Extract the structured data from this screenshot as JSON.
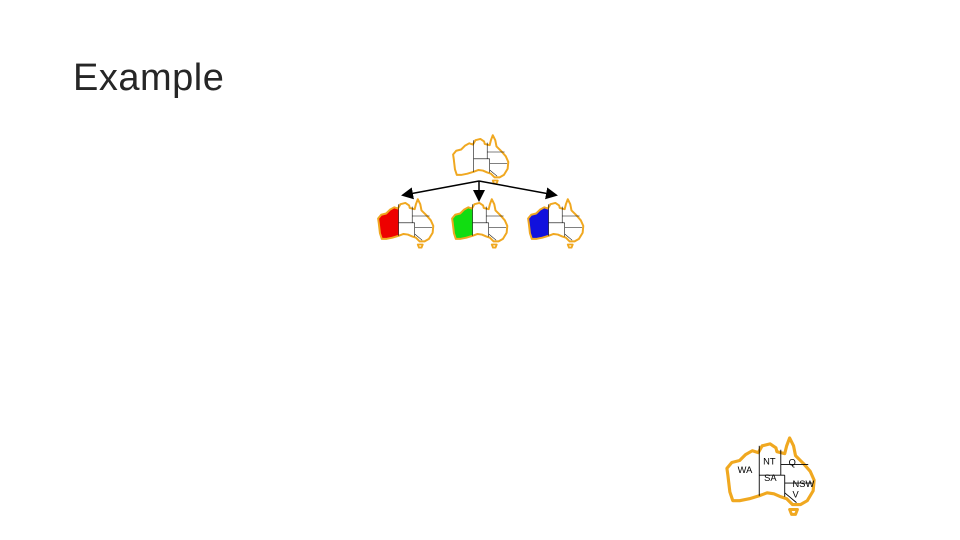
{
  "slide": {
    "title": "Example"
  },
  "search_tree": {
    "root": {
      "wa_fill": null
    },
    "children": [
      {
        "wa_fill_color": "#ee0000"
      },
      {
        "wa_fill_color": "#11dd11"
      },
      {
        "wa_fill_color": "#1111dd"
      }
    ]
  },
  "reference_map": {
    "labels": {
      "wa": "WA",
      "nt": "NT",
      "q": "Q",
      "sa": "SA",
      "nsw": "NSW",
      "v": "V"
    }
  },
  "colors": {
    "outline": "#f0a820",
    "borders": "#000000",
    "arrows": "#000000"
  }
}
